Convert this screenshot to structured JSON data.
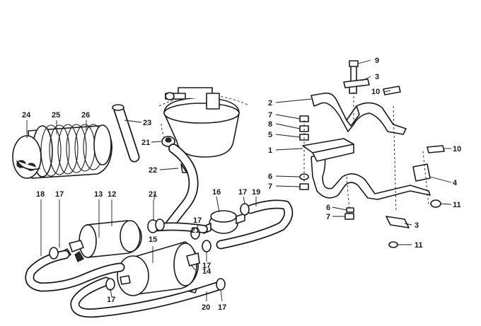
{
  "diagram": {
    "part_numbers": {
      "p1": "1",
      "p2": "2",
      "p3a": "3",
      "p3b": "3",
      "p4": "4",
      "p5": "5",
      "p6a": "6",
      "p6b": "6",
      "p7a": "7",
      "p7b": "7",
      "p7c": "7",
      "p8": "8",
      "p9": "9",
      "p10a": "10",
      "p10b": "10",
      "p11a": "11",
      "p11b": "11",
      "p12": "12",
      "p13": "13",
      "p14": "14",
      "p15": "15",
      "p16": "16",
      "p17a": "17",
      "p17b": "17",
      "p17c": "17",
      "p17d": "17",
      "p17e": "17",
      "p17f": "17",
      "p18": "18",
      "p19": "19",
      "p20": "20",
      "p21a": "21",
      "p21b": "21",
      "p21c": "21",
      "p22": "22",
      "p23": "23",
      "p24": "24",
      "p25": "25",
      "p26": "26"
    }
  }
}
